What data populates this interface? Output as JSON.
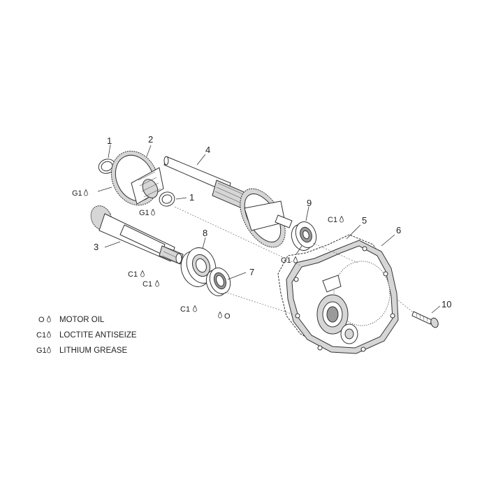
{
  "callouts": {
    "c1a": "1",
    "c1b": "1",
    "c2": "2",
    "c3": "3",
    "c4": "4",
    "c5": "5",
    "c6": "6",
    "c7": "7",
    "c8": "8",
    "c9": "9",
    "c10": "10"
  },
  "lube_marks": {
    "g1_gear_left": "G1",
    "g1_gear_bottom": "G1",
    "c1_shaft_a": "C1",
    "c1_shaft_b": "C1",
    "c1_bearing8": "C1",
    "o_seal7": "O",
    "c1_bearing9": "C1",
    "g1_bearing9": "G1"
  },
  "legend": [
    {
      "code": "O",
      "text": "MOTOR OIL"
    },
    {
      "code": "C1",
      "text": "LOCTITE ANTISEIZE"
    },
    {
      "code": "G1",
      "text": "LITHIUM GREASE"
    }
  ],
  "colors": {
    "line": "#333333",
    "shade": "#d6d6d6",
    "background": "#ffffff"
  },
  "icons": {
    "lube": "drop-icon"
  }
}
